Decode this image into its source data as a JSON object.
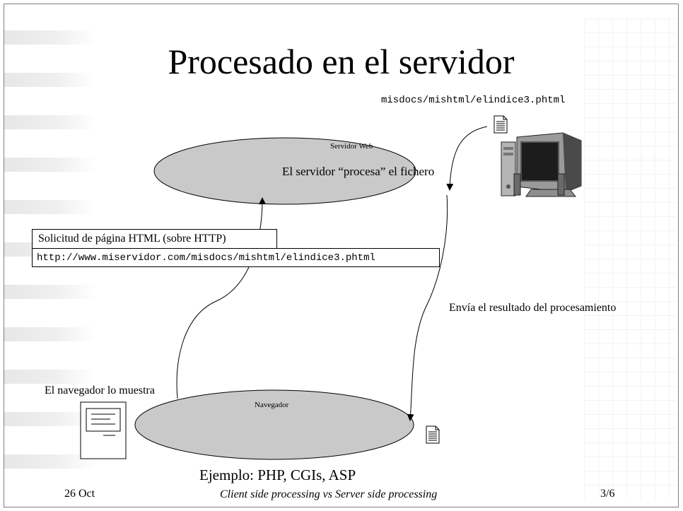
{
  "slide": {
    "title": "Procesado en el servidor",
    "file_path": "misdocs/mishtml/elindice3.phtml",
    "server": {
      "caption": "Servidor Web",
      "text": "El servidor “procesa” el fichero"
    },
    "request": {
      "label": "Solicitud de página HTML (sobre HTTP)",
      "url": "http://www.miservidor.com/misdocs/mishtml/elindice3.phtml"
    },
    "response_label": "Envía el resultado del procesamiento",
    "browser": {
      "caption": "Navegador",
      "shows_label": "El navegador lo muestra"
    },
    "example": "Ejemplo: PHP, CGIs, ASP"
  },
  "footer": {
    "date": "26 Oct",
    "subtitle": "Client side processing vs Server side processing",
    "page": "3/6"
  },
  "colors": {
    "ellipse_fill": "#c9c9c9",
    "stripe": "#e7e7e7"
  },
  "icons": [
    "document-icon",
    "computer-icon",
    "browser-window-icon"
  ]
}
